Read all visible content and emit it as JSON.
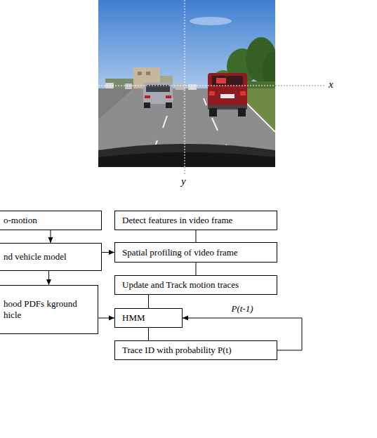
{
  "diagram": {
    "nodes": [
      {
        "text": [
          "o-motion"
        ]
      },
      {
        "text": [
          "nd vehicle model"
        ]
      },
      {
        "text": [
          "hood PDFs kground hicle"
        ]
      },
      {
        "text": [
          "Detect features in video frame"
        ]
      },
      {
        "text": [
          "Spatial profiling of video frame"
        ]
      },
      {
        "text": [
          "Update and Track motion traces"
        ]
      },
      {
        "text": [
          "HMM"
        ]
      },
      {
        "text": [
          "Trace ID with probability P(t)"
        ]
      }
    ],
    "edges": [
      {
        "from": 0,
        "to": 1,
        "arrow": "to"
      },
      {
        "from": 1,
        "to": 4,
        "arrow": "to"
      },
      {
        "from": 1,
        "to": 2,
        "arrow": "to"
      },
      {
        "from": 2,
        "to": 6,
        "arrow": "to"
      },
      {
        "from": 3,
        "to": 4,
        "arrow": "none"
      },
      {
        "from": 4,
        "to": 5,
        "arrow": "none"
      },
      {
        "from": 5,
        "to": 6,
        "arrow": "none"
      },
      {
        "from": 6,
        "to": 7,
        "arrow": "none"
      },
      {
        "from": 7,
        "to": 6,
        "label": "P(t-1)",
        "arrow": "to"
      }
    ],
    "labels": [
      "x",
      "y"
    ]
  }
}
